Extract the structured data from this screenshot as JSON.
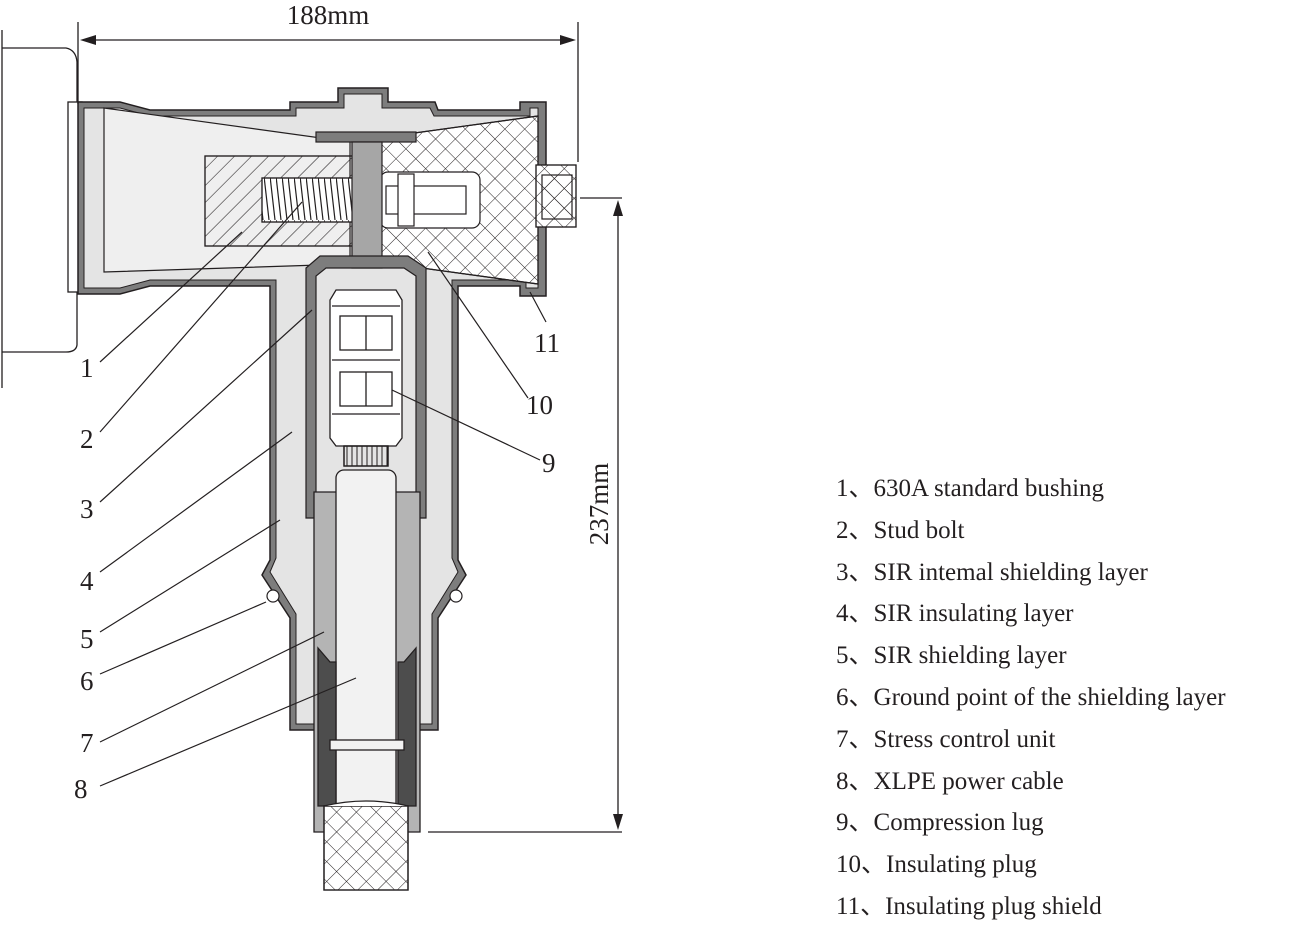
{
  "dimensions": {
    "width_label": "188mm",
    "height_label": "237mm"
  },
  "callouts": [
    "1",
    "2",
    "3",
    "4",
    "5",
    "6",
    "7",
    "8",
    "9",
    "10",
    "11"
  ],
  "legend": [
    {
      "num": "1",
      "sep": "、",
      "text": "630A standard bushing"
    },
    {
      "num": "2",
      "sep": "、",
      "text": "Stud bolt"
    },
    {
      "num": "3",
      "sep": "、",
      "text": "SIR intemal shielding layer"
    },
    {
      "num": "4",
      "sep": "、",
      "text": "SIR insulating layer"
    },
    {
      "num": "5",
      "sep": "、",
      "text": "SIR shielding layer"
    },
    {
      "num": "6",
      "sep": "、",
      "text": "Ground point of the shielding layer"
    },
    {
      "num": "7",
      "sep": "、",
      "text": "Stress control unit"
    },
    {
      "num": "8",
      "sep": "、",
      "text": "XLPE power cable"
    },
    {
      "num": "9",
      "sep": "、",
      "text": "Compression lug"
    },
    {
      "num": "10",
      "sep": "、",
      "text": "Insulating plug"
    },
    {
      "num": "11",
      "sep": "、",
      "text": "Insulating plug shield"
    }
  ],
  "colors": {
    "line": "#231f20",
    "shield": "#7d7d7d",
    "insulation": "#e4e4e4",
    "stress_cone": "#b4b4b4",
    "cable": "#f2f2f2",
    "rod": "#a6a6a6",
    "dark": "#4d4d4d"
  }
}
